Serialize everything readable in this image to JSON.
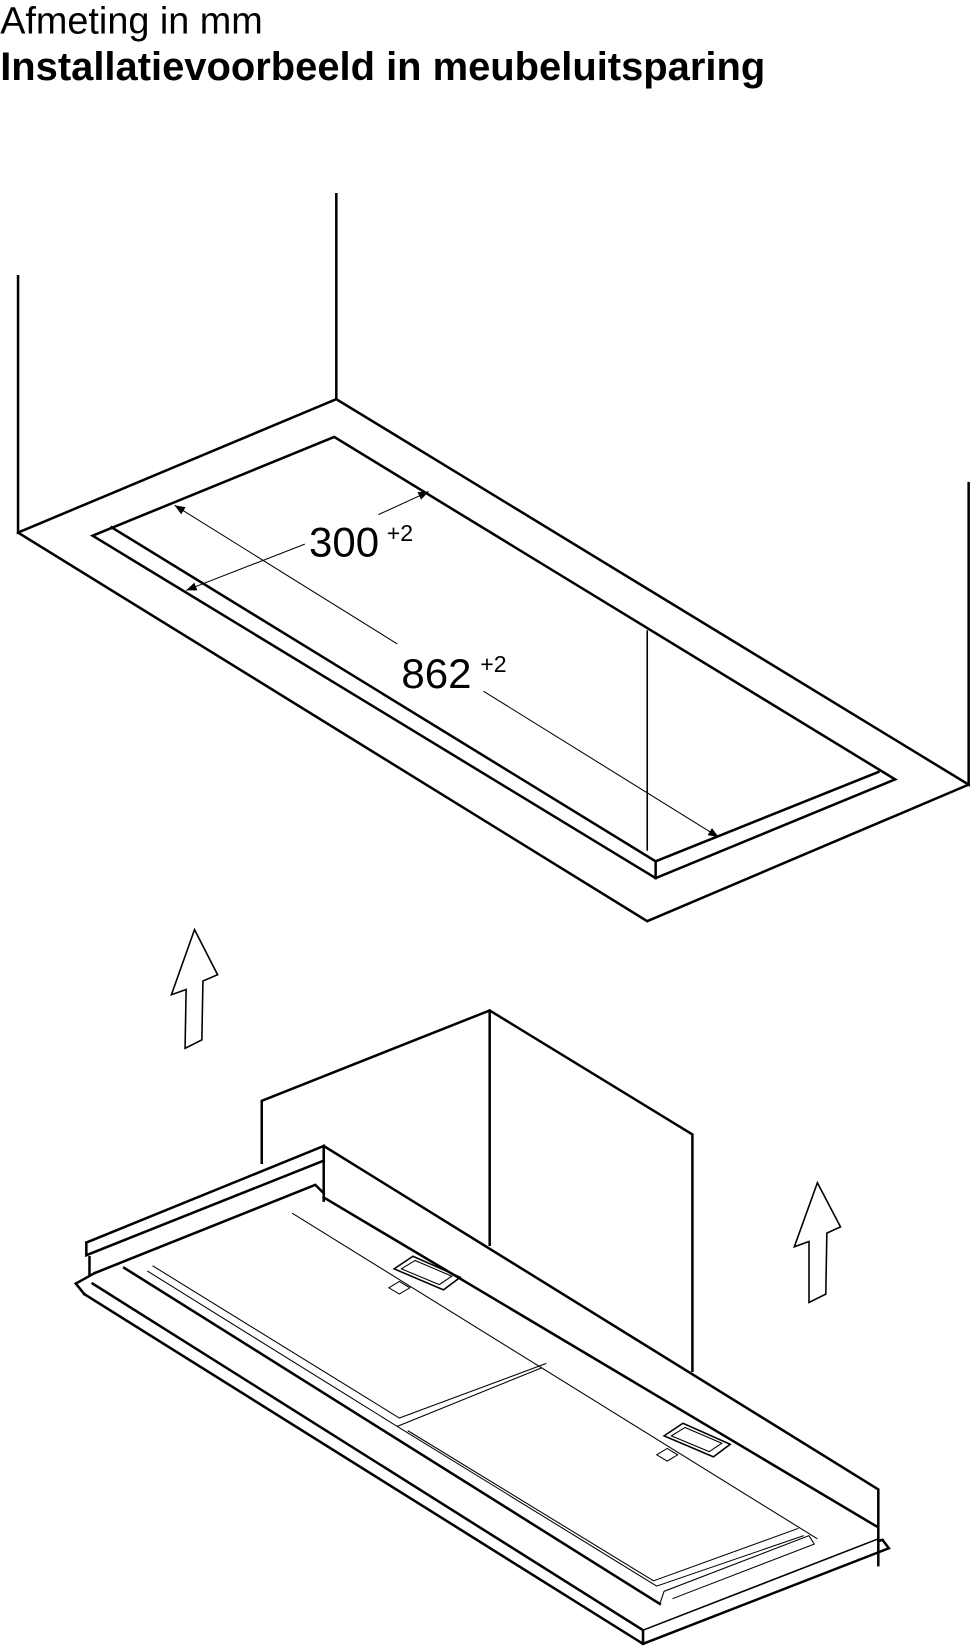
{
  "header": {
    "subtitle": "Afmeting in mm",
    "title": "Installatievoorbeeld in meubeluitsparing"
  },
  "dimensions": {
    "depth": {
      "value": "300",
      "tolerance": "+2"
    },
    "width": {
      "value": "862",
      "tolerance": "+2"
    }
  }
}
